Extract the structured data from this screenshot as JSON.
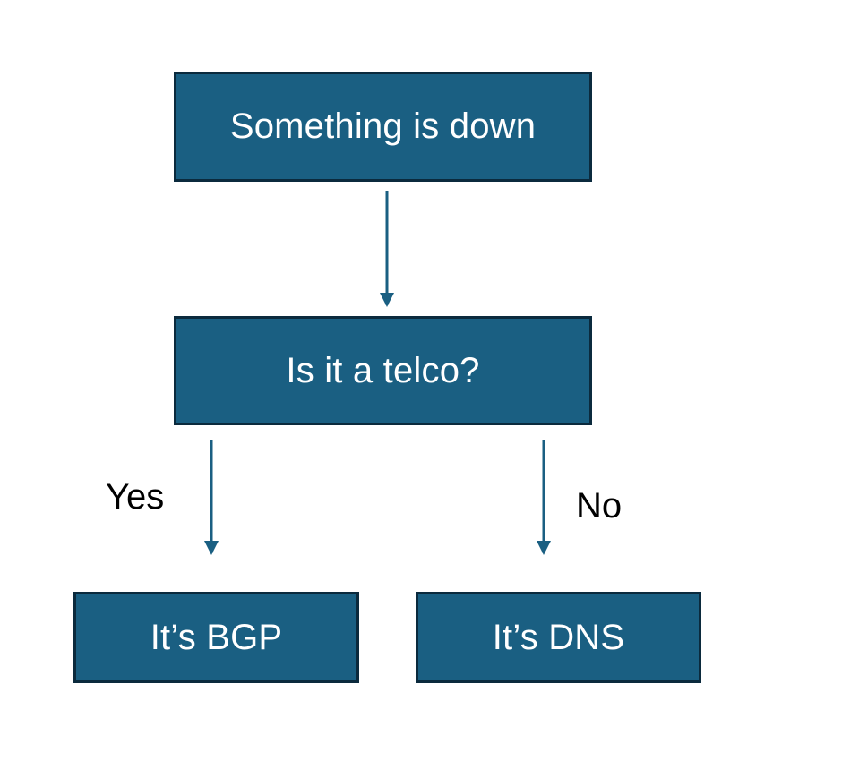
{
  "diagram": {
    "nodes": {
      "start": "Something is down",
      "question": "Is it a telco?",
      "yes_result": "It’s BGP",
      "no_result": "It’s DNS"
    },
    "edge_labels": {
      "yes": "Yes",
      "no": "No"
    },
    "colors": {
      "node_fill": "#1a5f82",
      "node_border": "#0b2a3d",
      "node_text": "#ffffff",
      "arrow": "#1a5f82",
      "label_text": "#000000"
    }
  }
}
